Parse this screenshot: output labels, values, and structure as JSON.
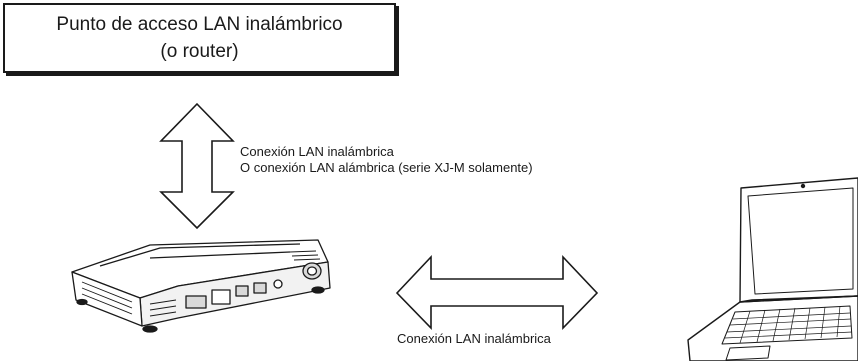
{
  "access_point": {
    "line1": "Punto de acceso LAN inalámbrico",
    "line2": "(o router)"
  },
  "link_projector_ap": {
    "line1": "Conexión LAN inalámbrica",
    "line2": "O conexión LAN alámbrica (serie XJ-M solamente)"
  },
  "link_projector_pc": {
    "label": "Conexión LAN inalámbrica"
  },
  "colors": {
    "stroke": "#1a1a1a",
    "fill": "#ffffff",
    "device_shade": "#d9d9d9"
  },
  "icons": [
    "projector-icon",
    "laptop-icon",
    "double-arrow-vertical",
    "double-arrow-horizontal"
  ]
}
